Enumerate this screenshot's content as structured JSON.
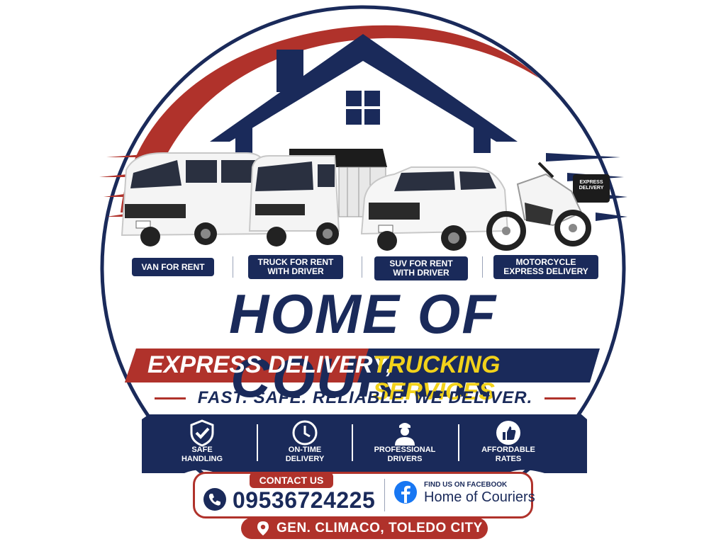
{
  "brand": {
    "title": "HOME OF COURIER",
    "banner_left": "EXPRESS DELIVERY,",
    "banner_right": "TRUCKING SERVICES",
    "tagline": "FAST. SAFE. RELIABLE. WE DELIVER."
  },
  "services": [
    {
      "line1": "VAN FOR RENT",
      "line2": ""
    },
    {
      "line1": "TRUCK FOR RENT",
      "line2": "WITH DRIVER"
    },
    {
      "line1": "SUV FOR RENT",
      "line2": "WITH DRIVER"
    },
    {
      "line1": "MOTORCYCLE",
      "line2": "EXPRESS DELIVERY"
    }
  ],
  "motorcycle_box_text": "EXPRESS DELIVERY",
  "features": [
    {
      "line1": "SAFE",
      "line2": "HANDLING",
      "icon": "shield-check-icon"
    },
    {
      "line1": "ON-TIME",
      "line2": "DELIVERY",
      "icon": "clock-icon"
    },
    {
      "line1": "PROFESSIONAL",
      "line2": "DRIVERS",
      "icon": "driver-icon"
    },
    {
      "line1": "AFFORDABLE",
      "line2": "RATES",
      "icon": "thumbs-up-icon"
    }
  ],
  "contact": {
    "tab_label": "CONTACT US",
    "phone": "09536724225",
    "fb_find": "FIND US ON FACEBOOK",
    "fb_name": "Home of Couriers",
    "address": "GEN. CLIMACO, TOLEDO CITY"
  },
  "colors": {
    "navy": "#1a2a5a",
    "red": "#b0322b",
    "yellow": "#f2d21a",
    "facebook": "#1877f2"
  }
}
